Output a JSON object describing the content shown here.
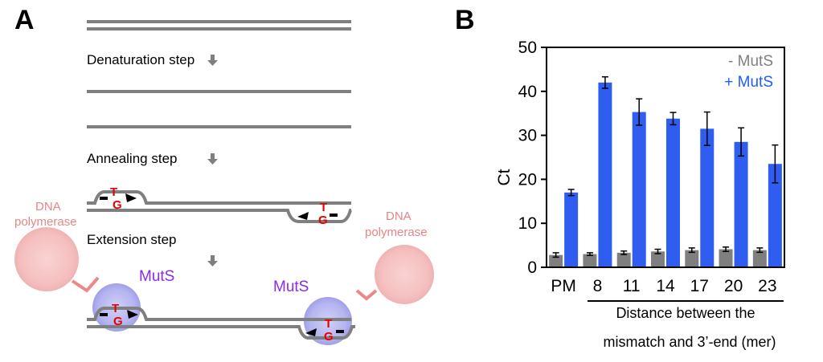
{
  "panel_a": {
    "letter": "A",
    "steps": {
      "denaturation": "Denaturation step",
      "annealing": "Annealing step",
      "extension": "Extension step"
    },
    "polymerase_left": [
      "DNA",
      "polymerase"
    ],
    "polymerase_right": [
      "DNA",
      "polymerase"
    ],
    "muts_label": "MutS",
    "base_top": "T",
    "base_bottom": "G",
    "colors": {
      "strand": "#7f7f7f",
      "polymerase": "#f4b6b6",
      "muts": "#9e9ef0",
      "mismatch": "#e60000",
      "arrow": "#7f7f7f"
    }
  },
  "panel_b": {
    "letter": "B",
    "legend": {
      "minus": "- MutS",
      "plus": "+ MutS"
    },
    "xtitle_line1": "Distance between the",
    "xtitle_line2": "mismatch and 3’-end (mer)"
  },
  "chart_data": {
    "type": "bar",
    "categories": [
      "PM",
      "8",
      "11",
      "14",
      "17",
      "20",
      "23"
    ],
    "series": [
      {
        "name": "- MutS",
        "values": [
          2.8,
          3.0,
          3.3,
          3.6,
          3.9,
          4.1,
          3.9
        ],
        "errors": [
          0.5,
          0.3,
          0.4,
          0.5,
          0.5,
          0.5,
          0.5
        ],
        "color": "#7f7f7f"
      },
      {
        "name": "+ MutS",
        "values": [
          17.0,
          42.0,
          35.3,
          33.8,
          31.5,
          28.5,
          23.5
        ],
        "errors": [
          0.7,
          1.3,
          3.0,
          1.4,
          3.8,
          3.2,
          4.3
        ],
        "color": "#2e5df0"
      }
    ],
    "ylabel": "Ct",
    "yticks": [
      0,
      10,
      20,
      30,
      40,
      50
    ],
    "ylim": [
      0,
      50
    ],
    "legend_position": "top-right"
  }
}
